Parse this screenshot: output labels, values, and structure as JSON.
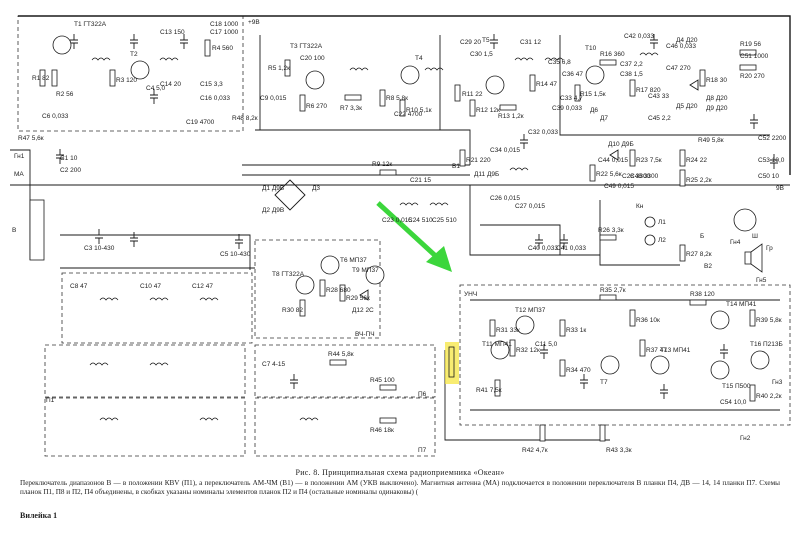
{
  "figure": {
    "caption_title": "Рис. 8. Принципиальная схема радиоприемника «Океан»",
    "caption_body": "Переключатель диапазонов В — в положении КВV (П1), а переключатель АМ-ЧМ (В1) — в положении АМ (УКВ выключено). Магнитная антенна (МА) подключается в положении переключателя В планки П4, ДВ — 14, 14 планки П7. Схемы планок П1, П8 и П2, П4 объединены, в скобках указаны номиналы элементов планок П2 и П4 (остальные номиналы одинаковы) (",
    "insert_label": "Вилейка 1"
  },
  "schematic": {
    "block_labels": {
      "umch": "УНЧ",
      "vch": "ВЧ-ПЧ",
      "p1": "П1",
      "p6": "П6",
      "p7": "П7",
      "v": "В"
    },
    "transistors": [
      "T1 ГТ322А",
      "T2",
      "T3 ГТ322А",
      "T4",
      "T5",
      "T6 МП37",
      "T8 ГТ322А",
      "T9 МП37",
      "T10",
      "T11 МП41",
      "T12 МП37",
      "T13 МП41",
      "T14 МП41",
      "T15 П500",
      "T16 П213Б",
      "T7"
    ],
    "resistors": [
      "R1 82",
      "R2 56",
      "R3 120",
      "R4 560",
      "R5 1,2к",
      "R6 270",
      "R7 3,3к",
      "R8 5,8к",
      "R9 12к",
      "R10 5,1к",
      "R11 22",
      "R12 12к",
      "R13 1,2к",
      "R14 47",
      "R15 1,5к",
      "R16 360",
      "R17 820",
      "R18 30",
      "R19 56",
      "R20 270",
      "R21 220",
      "R22 5,6к",
      "R23 7,5к",
      "R24 22",
      "R25 2,2к",
      "R26 3,3к",
      "R27 8,2к",
      "R28 680",
      "R29 56к",
      "R30 82",
      "R31 33к",
      "R32 12к",
      "R33 1к",
      "R34 470",
      "R35 2,7к",
      "R36 10к",
      "R37 47",
      "R38 120",
      "R39 5,8к",
      "R40 2,2к",
      "R41 7,5к",
      "R42 4,7к",
      "R43 3,3к",
      "R44 5,8к",
      "R45 100",
      "R46 18к",
      "R47 5,6к",
      "R48 8,2к",
      "R49 5,8к"
    ],
    "capacitors": [
      "C1 10",
      "C2 200",
      "C3 10-430",
      "C4 5,0",
      "C5 10-430",
      "C6 0,033",
      "C7 4-15",
      "C8 47",
      "C9 0,015",
      "C10 47",
      "C11 5,0",
      "C12 47",
      "C13 150",
      "C14 20",
      "C15 3,3",
      "C16 0,033",
      "C17 1000",
      "C18 1000",
      "C19 4700",
      "C20 100",
      "C21 15",
      "C22 4700",
      "C23 0,015",
      "C24 510",
      "C25 510",
      "C26 0,015",
      "C27 0,015",
      "C28 3300",
      "C29 20",
      "C30 1,5",
      "C31 12",
      "C32 0,033",
      "C33 4,7",
      "C34 0,015",
      "C35 6,8",
      "C36 47",
      "C37 2,2",
      "C38 1,5",
      "C39 0,033",
      "C40 0,033",
      "C41 0,033",
      "C42 0,033",
      "C43 33",
      "C44 0,015",
      "C45 2,2",
      "C46 0,033",
      "C47 270",
      "C48 3300",
      "C49 0,015",
      "C50 10",
      "C51 1000",
      "C52 2200",
      "C53 10,0",
      "C54 10,0"
    ],
    "diodes": [
      "Д1 Д9В",
      "Д2 Д9В",
      "Д3",
      "Д4 Д20",
      "Д5 Д20",
      "Д6",
      "Д7",
      "Д8 Д20",
      "Д9 Д20",
      "Д10 Д9Б",
      "Д11 Д9Б",
      "Д12 2С"
    ],
    "misc": [
      "МА",
      "Гн1",
      "Гн2",
      "Гн3",
      "Гн4",
      "Гн5",
      "Кн",
      "Л1",
      "Л2",
      "В1",
      "В2",
      "Б",
      "Гр",
      "Ш",
      "+9В",
      "9В"
    ]
  },
  "arrow": {
    "color": "#3cd63c"
  },
  "highlight": {
    "color": "#f5e642"
  }
}
